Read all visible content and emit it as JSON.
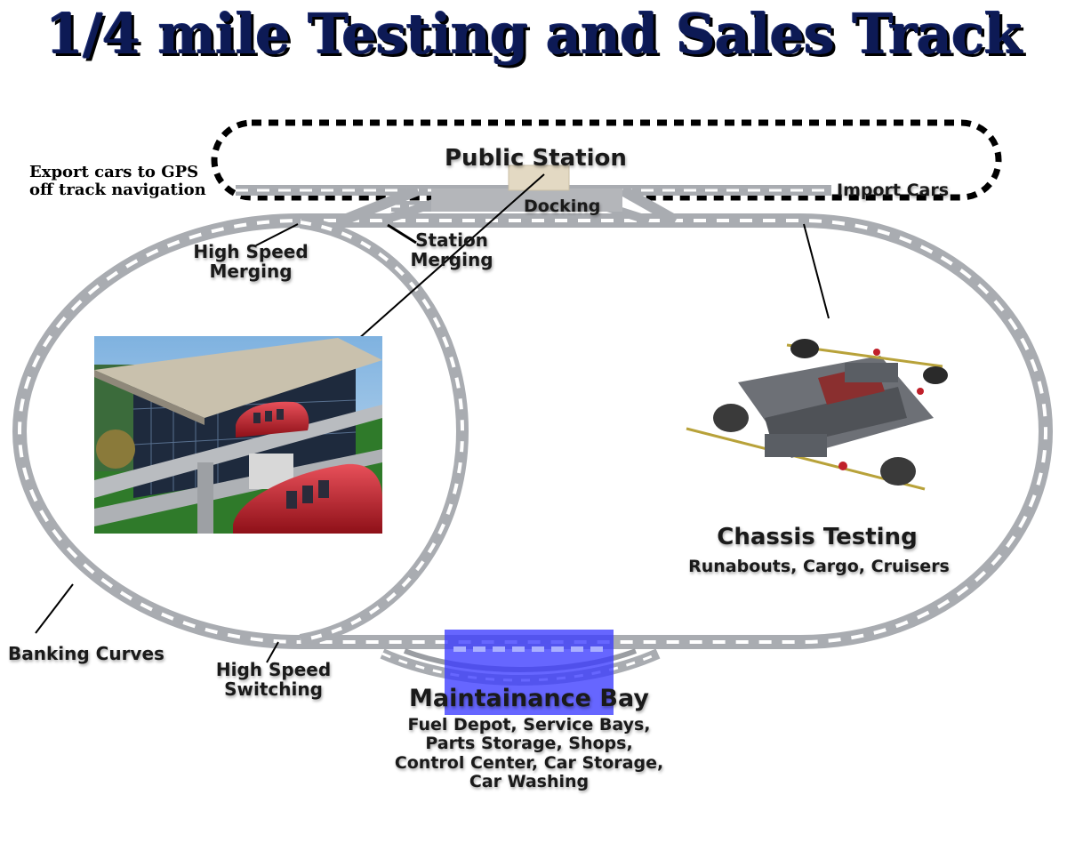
{
  "title": "1/4 mile Testing and Sales Track",
  "labels": {
    "export_line1": "Export cars to GPS",
    "export_line2": "off track navigation",
    "public_station": "Public Station",
    "import_cars": "Import Cars",
    "docking": "Docking",
    "high_speed_merging_1": "High Speed",
    "high_speed_merging_2": "Merging",
    "station_merging_1": "Station",
    "station_merging_2": "Merging",
    "chassis_testing": "Chassis Testing",
    "chassis_sub": "Runabouts, Cargo, Cruisers",
    "banking_curves": "Banking Curves",
    "high_speed_switching_1": "High Speed",
    "high_speed_switching_2": "Switching",
    "maintenance_bay": "Maintainance Bay",
    "maintenance_line1": "Fuel Depot, Service Bays,",
    "maintenance_line2": "Parts Storage, Shops,",
    "maintenance_line3": "Control Center, Car Storage,",
    "maintenance_line4": "Car Washing"
  },
  "colors": {
    "title": "#0d1a55",
    "track": "#a9acb1",
    "track_slot": "#ffffff",
    "highlight": "#3b3bff",
    "pod": "#c0202a"
  }
}
